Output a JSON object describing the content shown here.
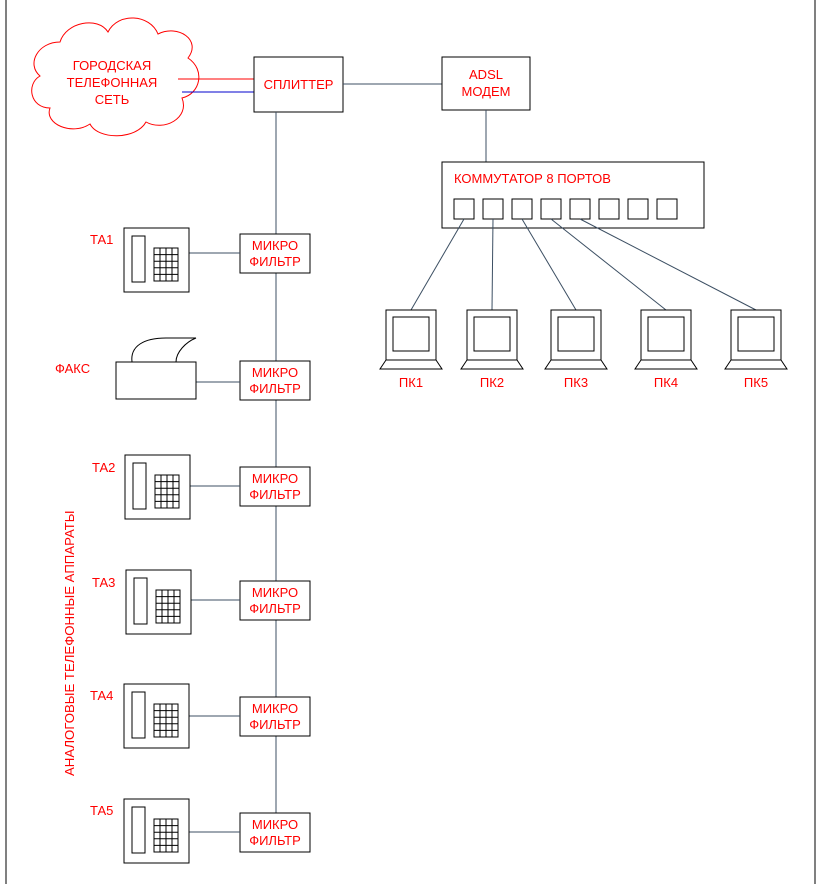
{
  "city_network": {
    "line1": "ГОРОДСКАЯ",
    "line2": "ТЕЛЕФОННАЯ",
    "line3": "СЕТЬ"
  },
  "splitter": {
    "label": "СПЛИТТЕР"
  },
  "modem": {
    "line1": "ADSL",
    "line2": "МОДЕМ"
  },
  "switch": {
    "label": "КОММУТАТОР 8 ПОРТОВ",
    "ports": 8
  },
  "filters": [
    {
      "line1": "МИКРО",
      "line2": "ФИЛЬТР"
    },
    {
      "line1": "МИКРО",
      "line2": "ФИЛЬТР"
    },
    {
      "line1": "МИКРО",
      "line2": "ФИЛЬТР"
    },
    {
      "line1": "МИКРО",
      "line2": "ФИЛЬТР"
    },
    {
      "line1": "МИКРО",
      "line2": "ФИЛЬТР"
    },
    {
      "line1": "МИКРО",
      "line2": "ФИЛЬТР"
    }
  ],
  "devices": [
    {
      "label": "ТА1",
      "kind": "phone"
    },
    {
      "label": "ФАКС",
      "kind": "fax"
    },
    {
      "label": "ТА2",
      "kind": "phone"
    },
    {
      "label": "ТА3",
      "kind": "phone"
    },
    {
      "label": "ТА4",
      "kind": "phone"
    },
    {
      "label": "ТА5",
      "kind": "phone"
    }
  ],
  "pcs": [
    {
      "label": "ПК1"
    },
    {
      "label": "ПК2"
    },
    {
      "label": "ПК3"
    },
    {
      "label": "ПК4"
    },
    {
      "label": "ПК5"
    }
  ],
  "side_caption": "АНАЛОГОВЫЕ ТЕЛЕФОННЫЕ АППАРАТЫ",
  "colors": {
    "text": "#ff0000",
    "wire": "#3c4f63",
    "outline": "#000000",
    "phone_line_red": "#ff0000",
    "phone_line_blue": "#0000cc"
  }
}
